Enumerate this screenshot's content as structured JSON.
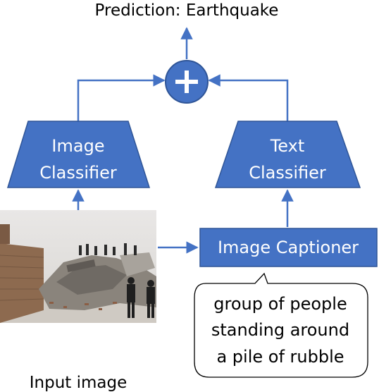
{
  "prediction_label": "Prediction: Earthquake",
  "combiner_symbol": "+",
  "image_classifier": {
    "line1": "Image",
    "line2": "Classifier"
  },
  "text_classifier": {
    "line1": "Text",
    "line2": "Classifier"
  },
  "captioner_label": "Image Captioner",
  "caption": {
    "line1": "group of people",
    "line2": "standing around",
    "line3": "a pile of rubble"
  },
  "input_label": "Input image",
  "colors": {
    "box_fill": "#4472c4",
    "box_stroke": "#2f5597",
    "text_on_box": "#ffffff",
    "text": "#000000"
  }
}
